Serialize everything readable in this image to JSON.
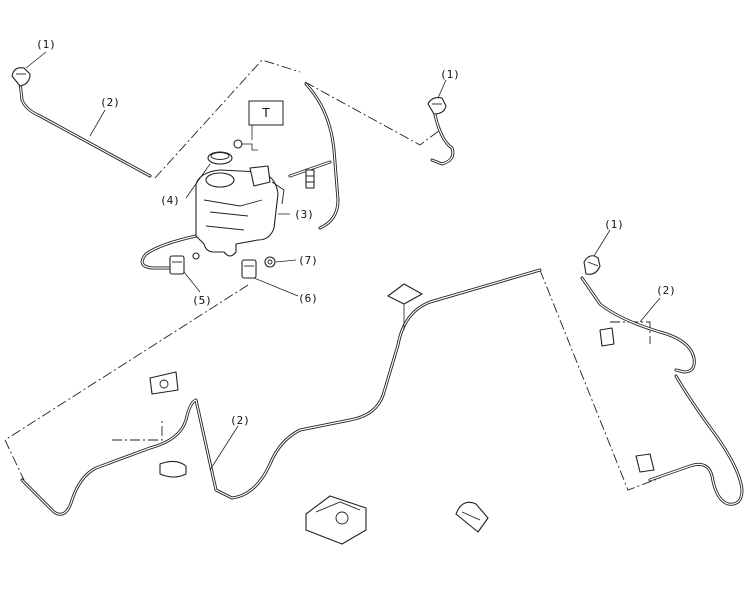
{
  "labels": {
    "nozzle_left": "(1)",
    "nozzle_center": "(1)",
    "nozzle_right": "(1)",
    "hose_left": "(2)",
    "hose_lower": "(2)",
    "hose_right": "(2)",
    "tank": "(3)",
    "cap": "(4)",
    "motor_front": "(5)",
    "motor_rear": "(6)",
    "grommet": "(7)",
    "torque_box": "T"
  }
}
